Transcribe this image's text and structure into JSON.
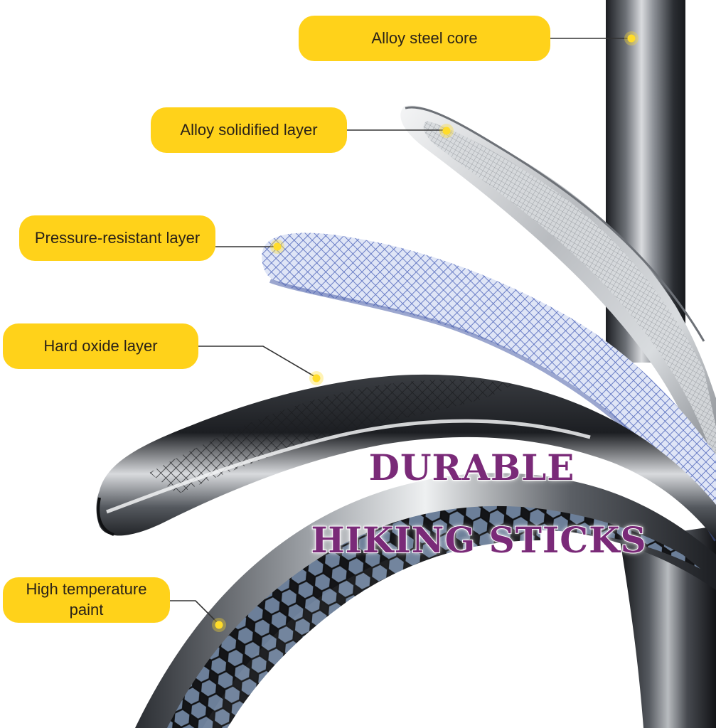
{
  "labels": {
    "core": "Alloy steel core",
    "solidified": "Alloy solidified layer",
    "pressure": "Pressure-resistant layer",
    "oxide": "Hard oxide layer",
    "paint": "High temperature\npaint"
  },
  "title": {
    "line1": "DURABLE",
    "line2": "HIKING STICKS"
  },
  "colors": {
    "label_fill": "#ffd21a",
    "title": "#7a2a78",
    "leader_line": "#333333",
    "marker": "#ffdc2a",
    "blue_mesh": "#6f84cc",
    "metal_dark": "#2a2d32",
    "metal_light": "#e6e8ea"
  }
}
